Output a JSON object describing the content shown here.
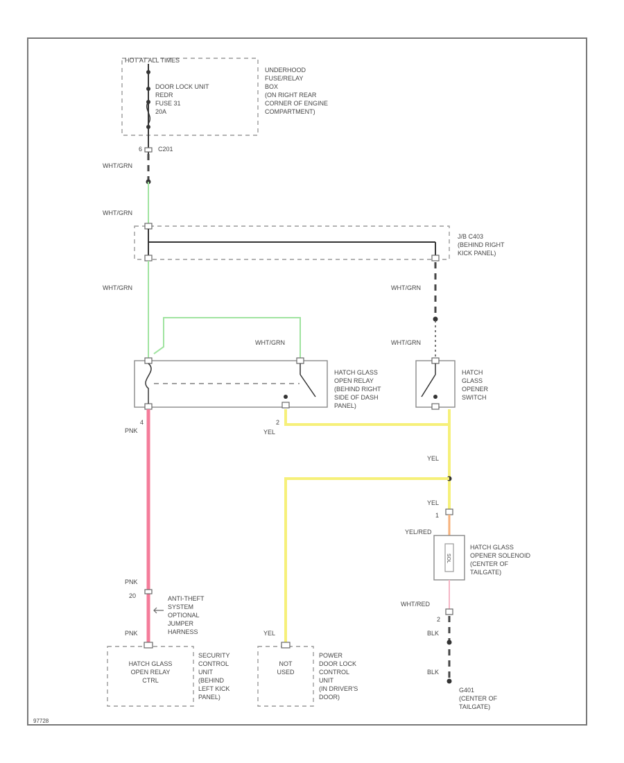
{
  "labels": {
    "hot_at_all_times": "HOT AT ALL TIMES",
    "door_lock_fuse": "DOOR LOCK UNIT\nREDR\nFUSE 31\n20A",
    "underhood_box": "UNDERHOOD\nFUSE/RELAY\nBOX\n(ON RIGHT REAR\nCORNER OF ENGINE\nCOMPARTMENT)",
    "pin_6": "6",
    "c_201": "C201",
    "wht_grn_1": "WHT/GRN",
    "wht_grn_2": "WHT/GRN",
    "jb_c403": "J/B C403\n(BEHIND RIGHT\nKICK PANEL)",
    "wht_grn_3": "WHT/GRN",
    "wht_grn_4": "WHT/GRN",
    "wht_grn_5": "WHT/GRN",
    "wht_grn_6": "WHT/GRN",
    "relay_label": "HATCH GLASS\nOPEN RELAY\n(BEHIND RIGHT\nSIDE OF DASH\nPANEL)",
    "switch_label": "HATCH\nGLASS\nOPENER\nSWITCH",
    "pin_4": "4",
    "pnk_1": "PNK",
    "pin_2": "2",
    "yel_1": "YEL",
    "yel_2": "YEL",
    "yel_3": "YEL",
    "pin_1": "1",
    "yel_red": "YEL/RED",
    "solenoid_label": "HATCH GLASS\nOPENER SOLENOID\n(CENTER OF\nTAILGATE)",
    "solenoid_inner": "SOL",
    "pnk_2": "PNK",
    "pin_20": "20",
    "antitheft": "ANTI-THEFT\nSYSTEM\nOPTIONAL\nJUMPER\nHARNESS",
    "pnk_3": "PNK",
    "yel_4": "YEL",
    "wht_red": "WHT/RED",
    "pin_2b": "2",
    "blk_1": "BLK",
    "blk_2": "BLK",
    "security_inner": "HATCH GLASS\nOPEN RELAY\nCTRL",
    "security_label": "SECURITY\nCONTROL\nUNIT\n(BEHIND\nLEFT KICK\nPANEL)",
    "not_used": "NOT\nUSED",
    "power_door_label": "POWER\nDOOR LOCK\nCONTROL\nUNIT\n(IN DRIVER'S\nDOOR)",
    "ground_label": "G401\n(CENTER OF\nTAILGATE)",
    "figure_id": "97728"
  },
  "colors": {
    "wire_green": "#9fe39f",
    "wire_pink": "#f47c9a",
    "wire_yellow": "#f6f07a",
    "wire_orange": "#f7b07a",
    "wire_black": "#333333",
    "frame": "#777777"
  }
}
